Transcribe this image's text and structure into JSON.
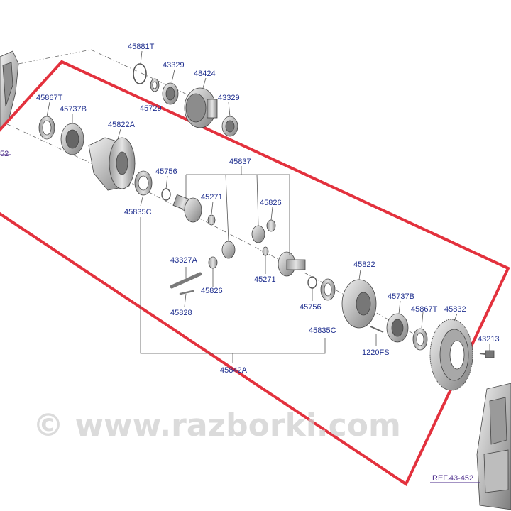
{
  "diagram": {
    "part_numbers": {
      "p45881T": "45881T",
      "p43329a": "43329",
      "p48424": "48424",
      "p43329b": "43329",
      "p45729": "45729",
      "p45867Ta": "45867T",
      "p45737Ba": "45737B",
      "p45822A": "45822A",
      "p45837": "45837",
      "p45756a": "45756",
      "p45835Ca": "45835C",
      "p45271a": "45271",
      "p45826a": "45826",
      "p43327A": "43327A",
      "p45826b": "45826",
      "p45271b": "45271",
      "p45828": "45828",
      "p45822": "45822",
      "p45737Bb": "45737B",
      "p45867Tb": "45867T",
      "p45832": "45832",
      "p43213": "43213",
      "p45756b": "45756",
      "p45835Cb": "45835C",
      "p1220FS": "1220FS",
      "p45842A": "45842A"
    },
    "refs": {
      "ref_top_left": "52",
      "ref_bottom_right": "REF.43-452"
    },
    "watermark": "© www.razborki.com",
    "colors": {
      "label": "#1f2f8f",
      "frame": "#e3313d",
      "ref": "#4a2a8a"
    }
  }
}
